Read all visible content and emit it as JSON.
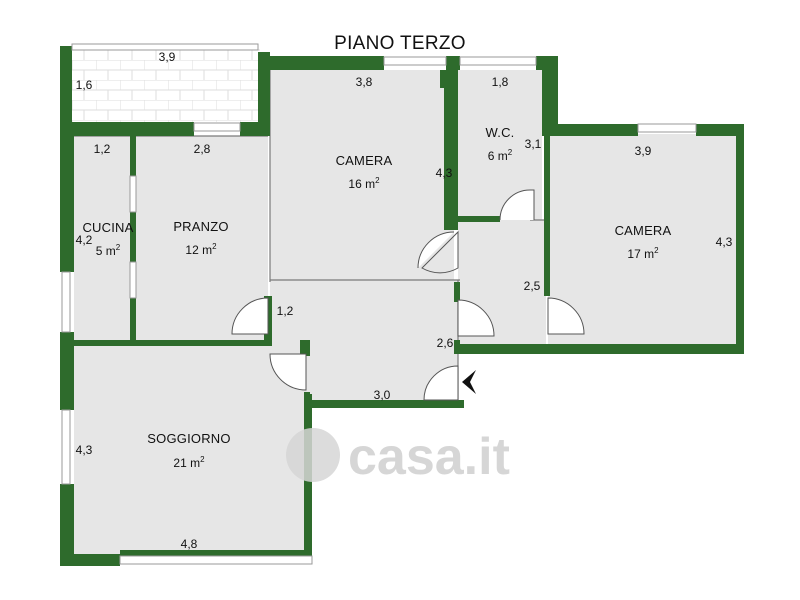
{
  "title": "PIANO TERZO",
  "rooms": {
    "camera1": {
      "name": "CAMERA",
      "area": "16 m"
    },
    "wc": {
      "name": "W.C.",
      "area": "6 m"
    },
    "camera2": {
      "name": "CAMERA",
      "area": "17 m"
    },
    "cucina": {
      "name": "CUCINA",
      "area": "5 m"
    },
    "pranzo": {
      "name": "PRANZO",
      "area": "12 m"
    },
    "soggiorno": {
      "name": "SOGGIORNO",
      "area": "21 m"
    }
  },
  "area_superscript": "2",
  "dimensions": {
    "terrace_width": "3,9",
    "terrace_depth": "1,6",
    "camera1_width": "3,8",
    "wc_width": "1,8",
    "cucina_width": "1,2",
    "pranzo_width": "2,8",
    "camera2_width": "3,9",
    "camera1_depth": "4,3",
    "wc_depth": "3,1",
    "camera2_depth": "4,3",
    "cucina_depth": "4,2",
    "hall_width": "1,2",
    "corridor_depth": "2,5",
    "entry_depth": "2,6",
    "entry_width": "3,0",
    "soggiorno_depth": "4,3",
    "soggiorno_width": "4,8"
  },
  "watermark": "casa.it",
  "colors": {
    "wall": "#2e6b2c",
    "floor": "#e6e6e6",
    "line": "#7a7a7a"
  }
}
